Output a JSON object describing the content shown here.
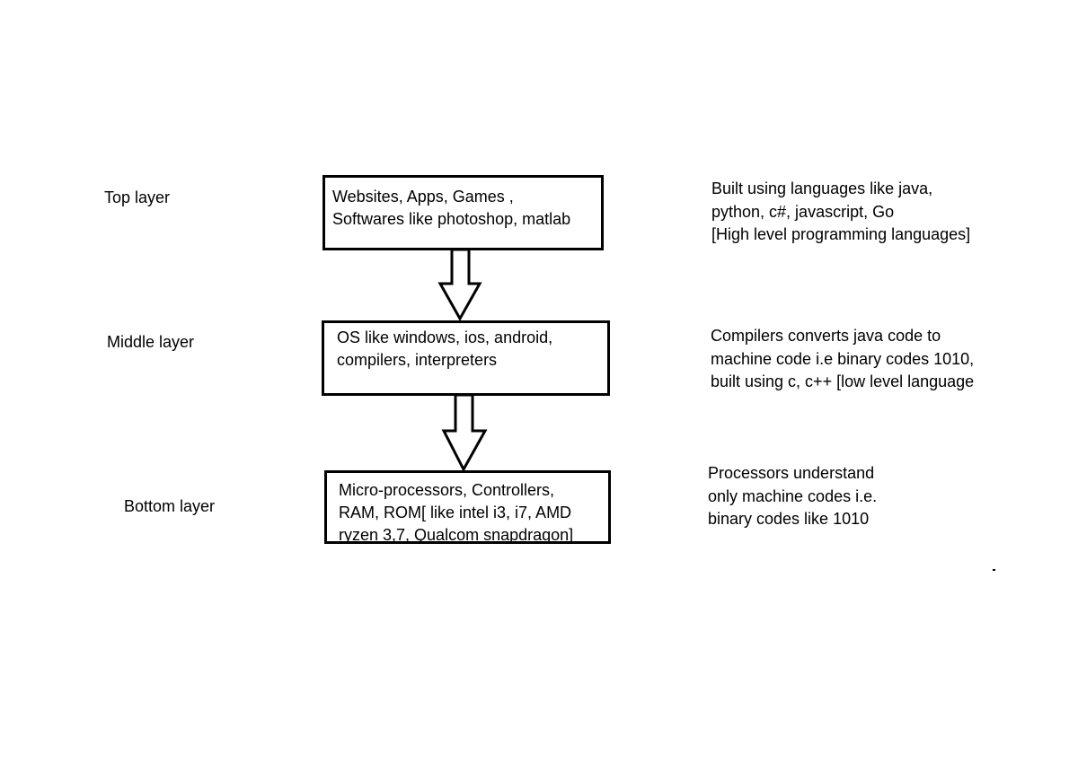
{
  "layers": [
    {
      "name": "Top layer",
      "box_lines": [
        "Websites, Apps, Games ,",
        "Softwares like photoshop, matlab"
      ],
      "note_lines": [
        "Built using languages like java,",
        "python, c#, javascript, Go",
        "[High level programming languages]"
      ]
    },
    {
      "name": "Middle layer",
      "box_lines": [
        "OS like windows, ios, android,",
        "compilers, interpreters"
      ],
      "note_lines": [
        "Compilers converts java code to",
        "machine code i.e binary codes 1010,",
        "built using c, c++ [low level language"
      ]
    },
    {
      "name": "Bottom layer",
      "box_lines": [
        "Micro-processors, Controllers,",
        "RAM, ROM[ like intel i3, i7, AMD",
        "ryzen 3,7, Qualcom snapdragon]"
      ],
      "note_lines": [
        "Processors understand",
        "only machine codes i.e.",
        "binary codes like  1010"
      ]
    }
  ],
  "colors": {
    "stroke": "#000000",
    "background": "#ffffff"
  }
}
